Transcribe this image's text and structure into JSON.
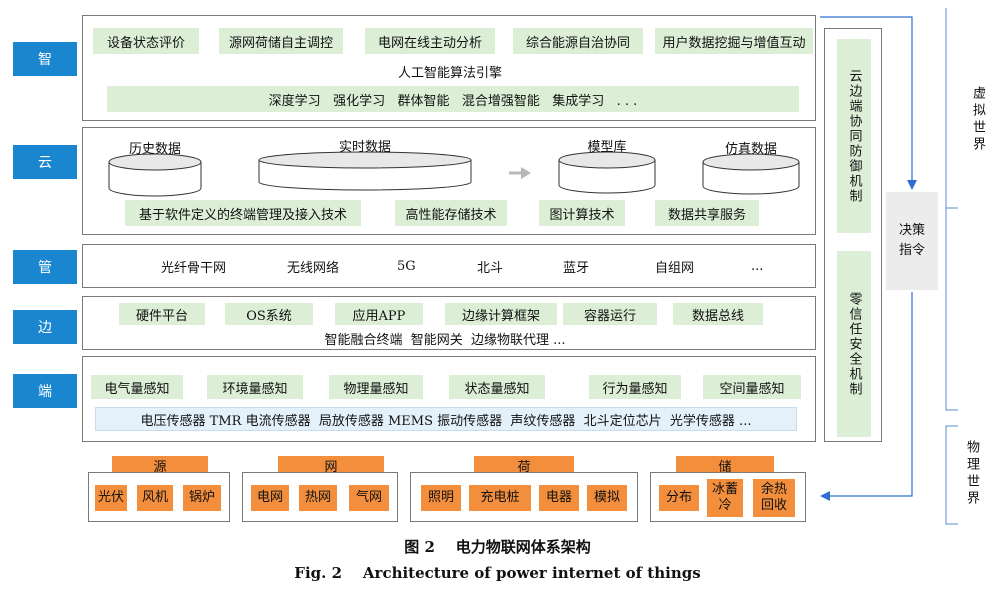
{
  "layers": [
    {
      "label": "智"
    },
    {
      "label": "云"
    },
    {
      "label": "管"
    },
    {
      "label": "边"
    },
    {
      "label": "端"
    }
  ],
  "zhi": {
    "boxes": [
      "设备状态评价",
      "源网荷储自主调控",
      "电网在线主动分析",
      "综合能源自治协同",
      "用户数据挖掘与增值互动"
    ],
    "engine": "人工智能算法引擎",
    "algorithms": "深度学习   强化学习   群体智能   混合增强智能   集成学习   . . ."
  },
  "yun": {
    "databases": [
      "历史数据",
      "实时数据",
      "模型库",
      "仿真数据"
    ],
    "techs": [
      "基于软件定义的终端管理及接入技术",
      "高性能存储技术",
      "图计算技术",
      "数据共享服务"
    ]
  },
  "guan": {
    "networks": [
      "光纤骨干网",
      "无线网络",
      "5G",
      "北斗",
      "蓝牙",
      "自组网",
      "..."
    ]
  },
  "bian": {
    "boxes": [
      "硬件平台",
      "OS系统",
      "应用APP",
      "边缘计算框架",
      "容器运行",
      "数据总线"
    ],
    "text": "智能融合终端  智能网关  边缘物联代理 ..."
  },
  "duan": {
    "boxes": [
      "电气量感知",
      "环境量感知",
      "物理量感知",
      "状态量感知",
      "行为量感知",
      "空间量感知"
    ],
    "sensors": "电压传感器 TMR 电流传感器  局放传感器 MEMS 振动传感器  声纹传感器  北斗定位芯片  光学传感器 ..."
  },
  "groups": [
    {
      "title": "源",
      "items": [
        "光伏",
        "风机",
        "锅炉"
      ]
    },
    {
      "title": "网",
      "items": [
        "电网",
        "热网",
        "气网"
      ]
    },
    {
      "title": "荷",
      "items": [
        "照明",
        "充电桩",
        "电器",
        "模拟"
      ]
    },
    {
      "title": "储",
      "items": [
        "分布",
        "冰蓄冷",
        "余热回收"
      ]
    }
  ],
  "side": {
    "defense": "云边端协同防御机制",
    "zerotrust": "零信任安全机制",
    "decision": "决策指令",
    "virtual": "虚拟世界",
    "physical": "物理世界"
  },
  "caption": {
    "cn": "图 2    电力物联网体系架构",
    "en": "Fig. 2    Architecture of power internet of things"
  },
  "colors": {
    "label_blue": "#1a86d0",
    "green_box": "#dcefd6",
    "orange": "#f28e3c",
    "arrow_blue": "#2f6fd0"
  }
}
